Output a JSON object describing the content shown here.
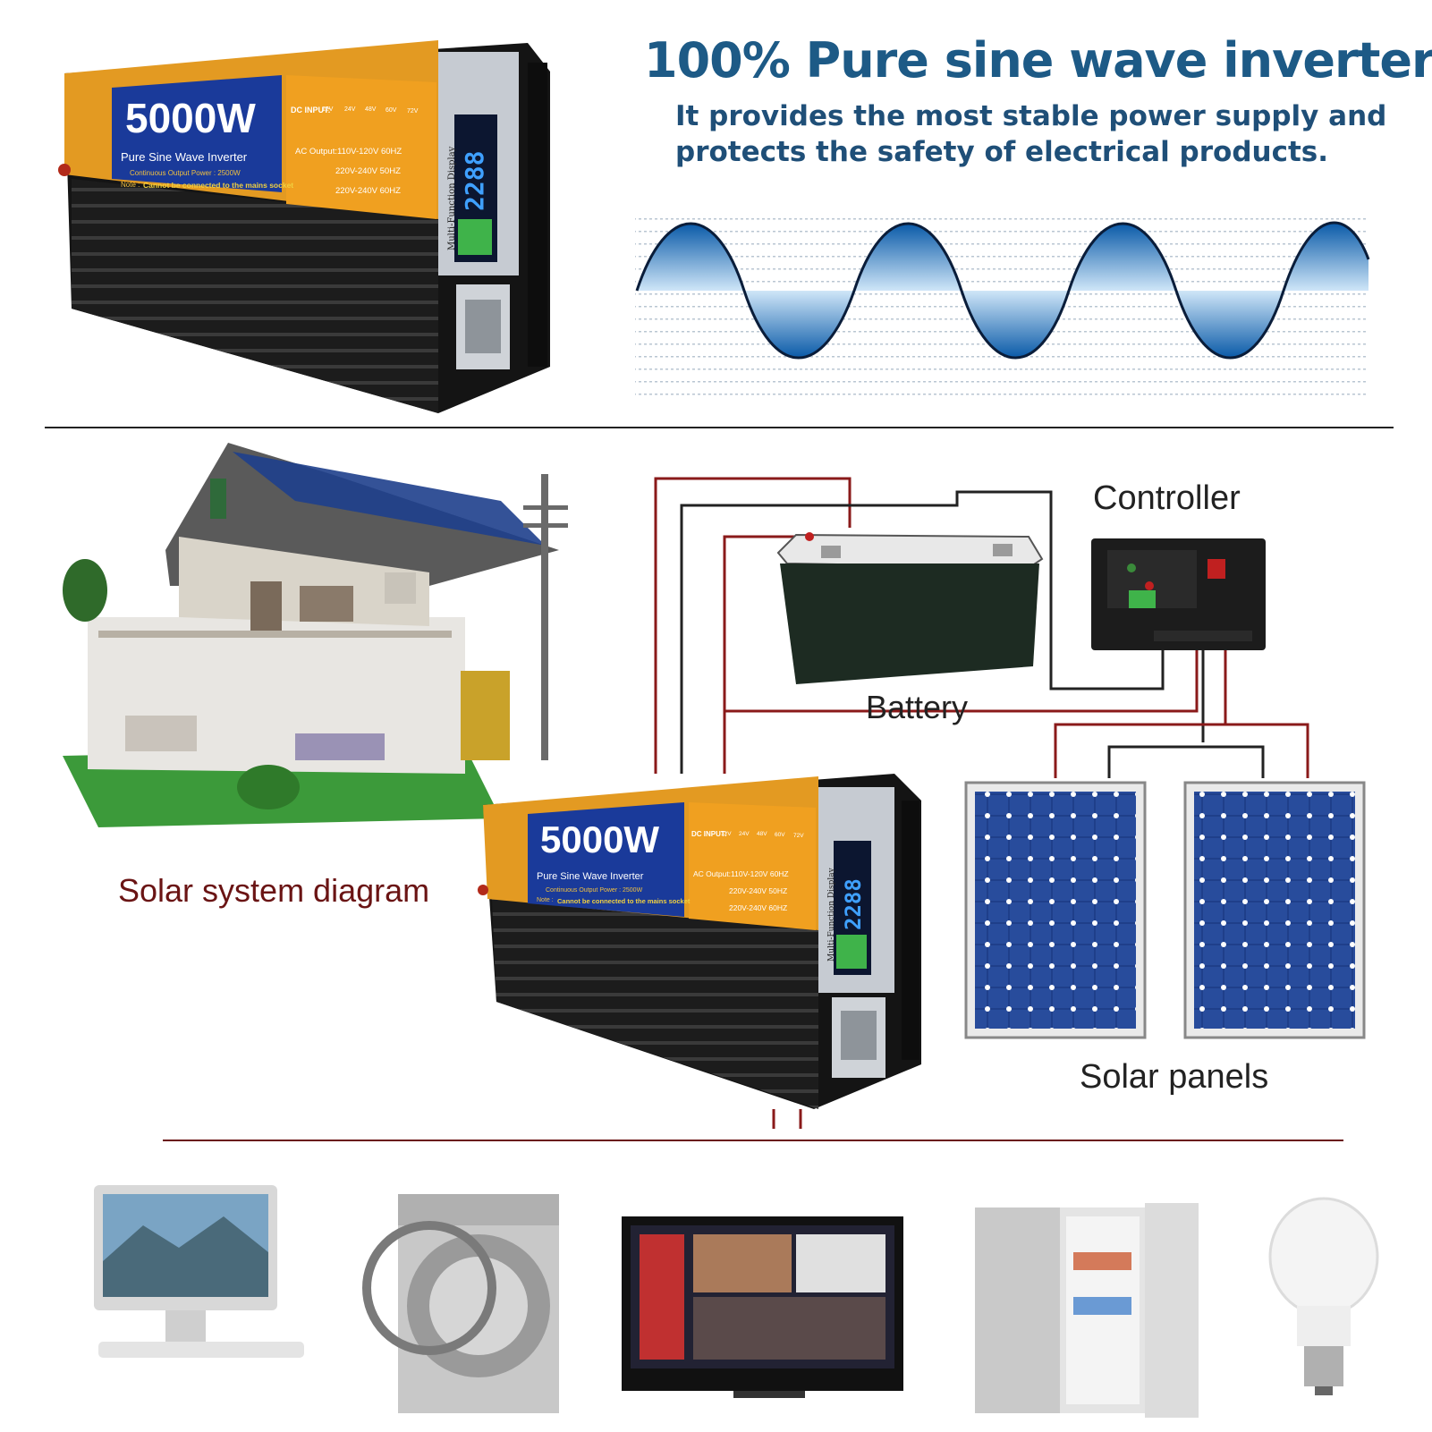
{
  "headline": "100% Pure sine wave inverter",
  "subline_1": "It provides the most stable power supply and",
  "subline_2": "protects the safety of electrical products.",
  "inverter": {
    "wattage": "5000W",
    "model": "Pure Sine Wave Inverter",
    "continuous": "Continuous Output Power : 2500W",
    "note_label": "Note :",
    "note": "Cannot be connected to the mains socket",
    "dc_input_label": "DC INPUT:",
    "dc_voltages": [
      "12V",
      "24V",
      "48V",
      "60V",
      "72V"
    ],
    "ac_output_1": "AC Output:110V-120V 60HZ",
    "ac_output_2": "220V-240V 50HZ",
    "ac_output_3": "220V-240V 60HZ",
    "display_title": "Multi-Function Display",
    "display_value": "2288"
  },
  "labels": {
    "controller": "Controller",
    "battery": "Battery",
    "solar_diagram": "Solar system diagram",
    "solar_panels": "Solar panels"
  },
  "colors": {
    "headline": "#1d5a86",
    "inverter_orange": "#f0a020",
    "inverter_blue": "#1a3a9a",
    "wire_red": "#8a1a1a",
    "panel_blue": "#1e3f8c"
  }
}
